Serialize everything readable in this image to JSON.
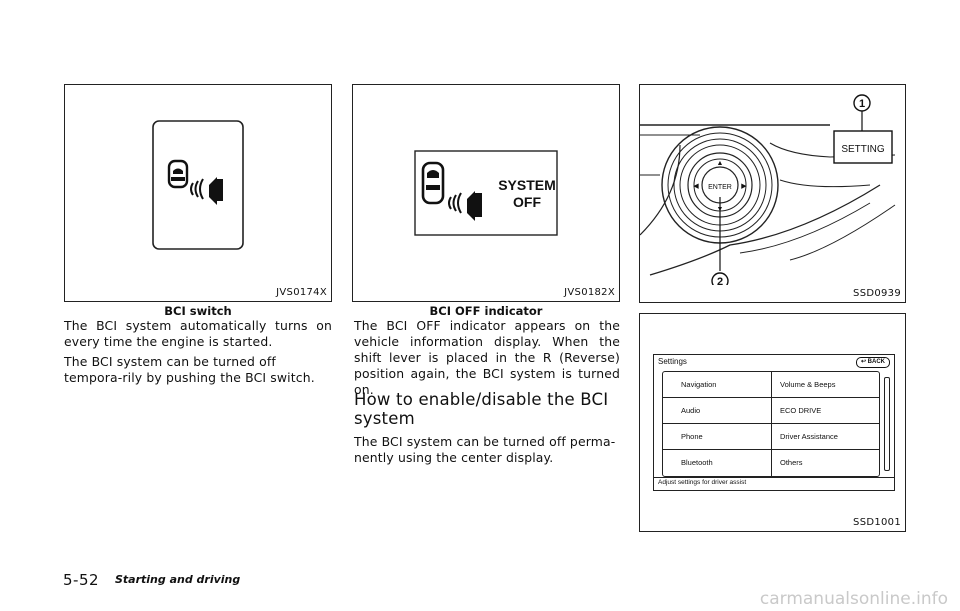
{
  "figures": {
    "bci_switch": {
      "code": "JVS0174X",
      "caption": "BCI switch"
    },
    "bci_off": {
      "code": "JVS0182X",
      "caption": "BCI OFF indicator",
      "display_line1": "SYSTEM",
      "display_line2": "OFF"
    },
    "controller": {
      "code": "SSD0939",
      "callout_1": "1",
      "callout_2": "2",
      "button_label": "SETTING",
      "enter_label": "ENTER"
    },
    "settings_screen": {
      "code": "SSD1001",
      "title": "Settings",
      "back_label": "BACK",
      "menu": {
        "left": [
          "Navigation",
          "Audio",
          "Phone",
          "Bluetooth"
        ],
        "right": [
          "Volume & Beeps",
          "ECO DRIVE",
          "Driver Assistance",
          "Others"
        ]
      },
      "status": "Adjust settings for driver assist"
    }
  },
  "text": {
    "col1_p1": "The BCI system automatically turns on every time the engine is started.",
    "col1_p2": "The BCI system can be turned off tempora-rily by pushing the BCI switch.",
    "col2_p1": "The BCI OFF indicator appears on the vehicle information display. When the shift lever is placed in the R (Reverse) position again, the BCI system is turned on.",
    "col2_heading": "How to enable/disable the BCI system",
    "col2_p2": "The BCI system can be turned off perma-nently using the center display."
  },
  "footer": {
    "page_number": "5-52",
    "section": "Starting and driving"
  },
  "watermark": "carmanualsonline.info"
}
